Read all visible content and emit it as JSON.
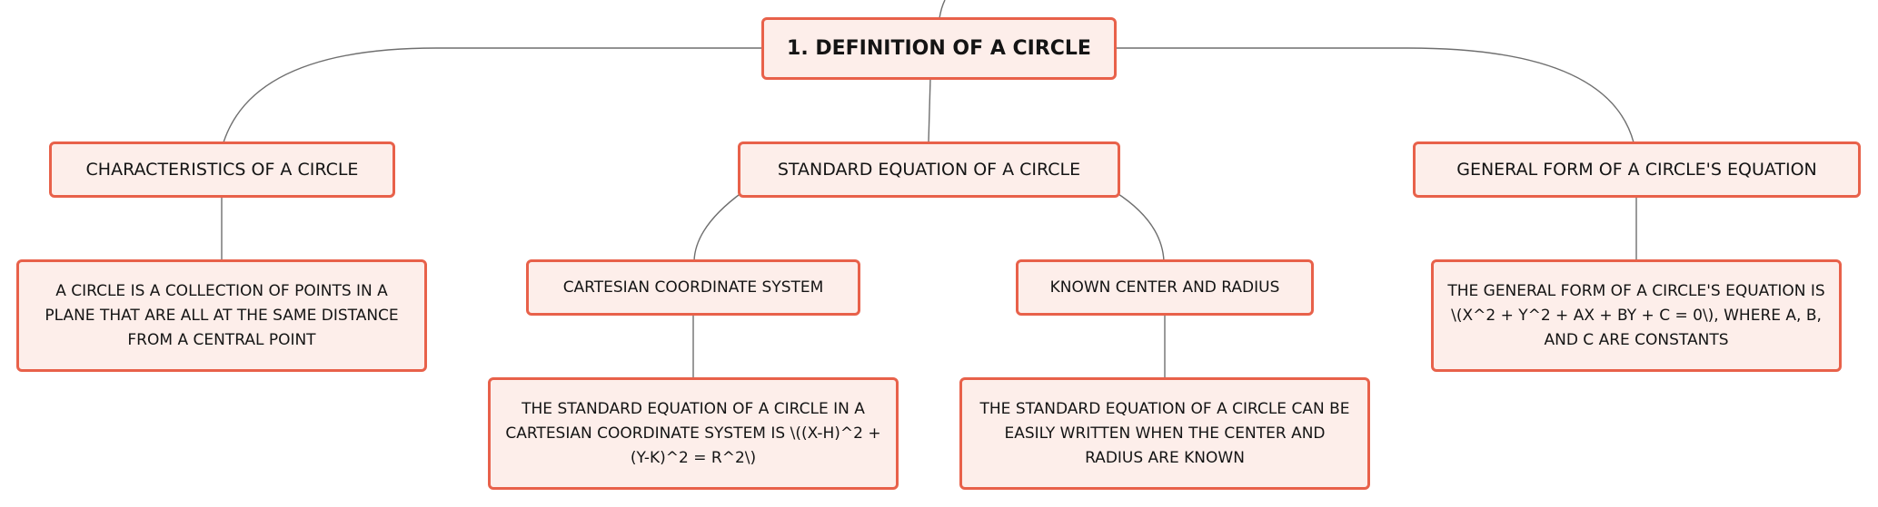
{
  "root": {
    "label": "1. DEFINITION OF A CIRCLE"
  },
  "topics": [
    {
      "label": "CHARACTERISTICS OF A CIRCLE",
      "details": "A CIRCLE IS A COLLECTION OF POINTS IN A PLANE THAT ARE ALL AT THE SAME DISTANCE FROM A CENTRAL POINT"
    },
    {
      "label": "STANDARD EQUATION OF A CIRCLE",
      "subtopics": [
        {
          "label": "CARTESIAN COORDINATE SYSTEM",
          "details": "THE STANDARD EQUATION OF A CIRCLE IN A CARTESIAN COORDINATE SYSTEM IS \\((X-H)^2 + (Y-K)^2 = R^2\\)"
        },
        {
          "label": "KNOWN CENTER AND RADIUS",
          "details": "THE STANDARD EQUATION OF A CIRCLE CAN BE EASILY WRITTEN WHEN THE CENTER AND RADIUS ARE KNOWN"
        }
      ]
    },
    {
      "label": "GENERAL FORM OF A CIRCLE'S EQUATION",
      "details": "THE GENERAL FORM OF A CIRCLE'S EQUATION IS \\(X^2 + Y^2 + AX + BY + C = 0\\), WHERE A, B, AND C ARE CONSTANTS"
    }
  ],
  "colors": {
    "node_border": "#e8614a",
    "node_fill": "#fdeeea",
    "connector": "#6f6f6f"
  }
}
